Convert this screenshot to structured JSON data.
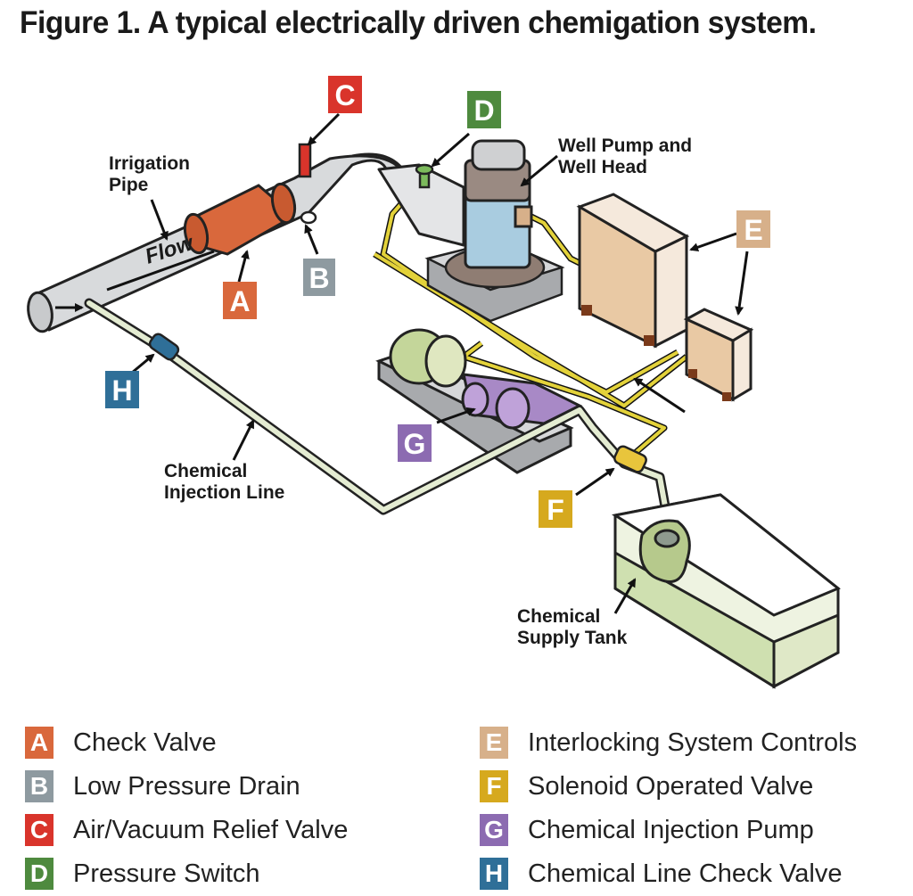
{
  "title": "Figure 1. A typical electrically driven chemigation system.",
  "colors": {
    "A": "#d9683c",
    "B": "#8e9aa0",
    "C": "#d9342b",
    "D": "#4e8a3e",
    "E": "#d7b08a",
    "F": "#d6a91e",
    "G": "#8c6bb1",
    "H": "#2f6f98",
    "yellow_wire": "#e3d23a",
    "injection_line": "#e4ecd2"
  },
  "diagram": {
    "flow_label": "Flow",
    "callouts": {
      "irrigation_pipe": [
        "Irrigation",
        "Pipe"
      ],
      "well_pump": [
        "Well Pump and",
        "Well Head"
      ],
      "injection_line": [
        "Chemical",
        "Injection Line"
      ],
      "supply_tank": [
        "Chemical",
        "Supply Tank"
      ]
    }
  },
  "legend": [
    {
      "letter": "A",
      "label": "Check Valve",
      "color": "#d9683c"
    },
    {
      "letter": "B",
      "label": "Low Pressure Drain",
      "color": "#8e9aa0"
    },
    {
      "letter": "C",
      "label": "Air/Vacuum Relief Valve",
      "color": "#d9342b"
    },
    {
      "letter": "D",
      "label": "Pressure Switch",
      "color": "#4e8a3e"
    },
    {
      "letter": "E",
      "label": "Interlocking System Controls",
      "color": "#d7b08a"
    },
    {
      "letter": "F",
      "label": "Solenoid Operated Valve",
      "color": "#d6a91e"
    },
    {
      "letter": "G",
      "label": "Chemical Injection Pump",
      "color": "#8c6bb1"
    },
    {
      "letter": "H",
      "label": "Chemical Line Check Valve",
      "color": "#2f6f98"
    }
  ]
}
